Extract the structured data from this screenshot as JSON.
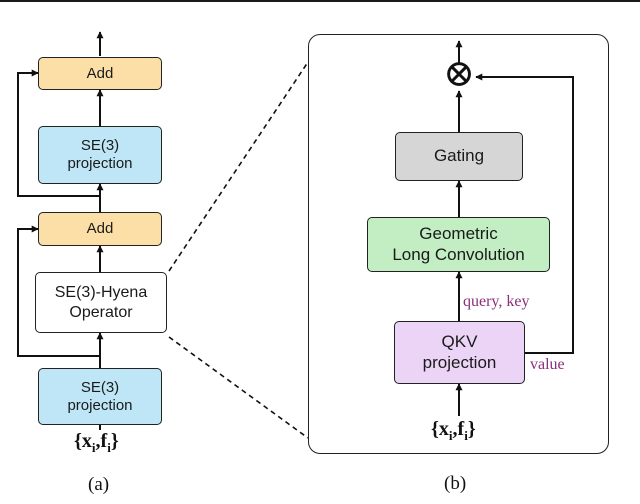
{
  "panel_a": {
    "add_top": "Add",
    "proj_top": "SE(3)\nprojection",
    "add_mid": "Add",
    "operator": "SE(3)-Hyena\nOperator",
    "proj_bottom": "SE(3)\nprojection",
    "input_set": "{x",
    "input_x_sub": "i",
    "input_sep": ",f",
    "input_f_sub": "i",
    "input_close": "}",
    "caption": "(a)"
  },
  "panel_b": {
    "product_symbol": "⊗",
    "gating": "Gating",
    "geometric_conv": "Geometric\nLong Convolution",
    "qkv": "QKV\nprojection",
    "label_query_key": "query, key",
    "label_value": "value",
    "input_set": "{x",
    "input_x_sub": "i",
    "input_sep": ",f",
    "input_f_sub": "i",
    "input_close": "}",
    "caption": "(b)"
  },
  "colors": {
    "add": "#fbdfa6",
    "projection": "#bfe6f7",
    "gating": "#d6d6d6",
    "geometric_conv": "#c3eec3",
    "qkv": "#ecd4f7",
    "edge_label": "#8a2f7a"
  }
}
